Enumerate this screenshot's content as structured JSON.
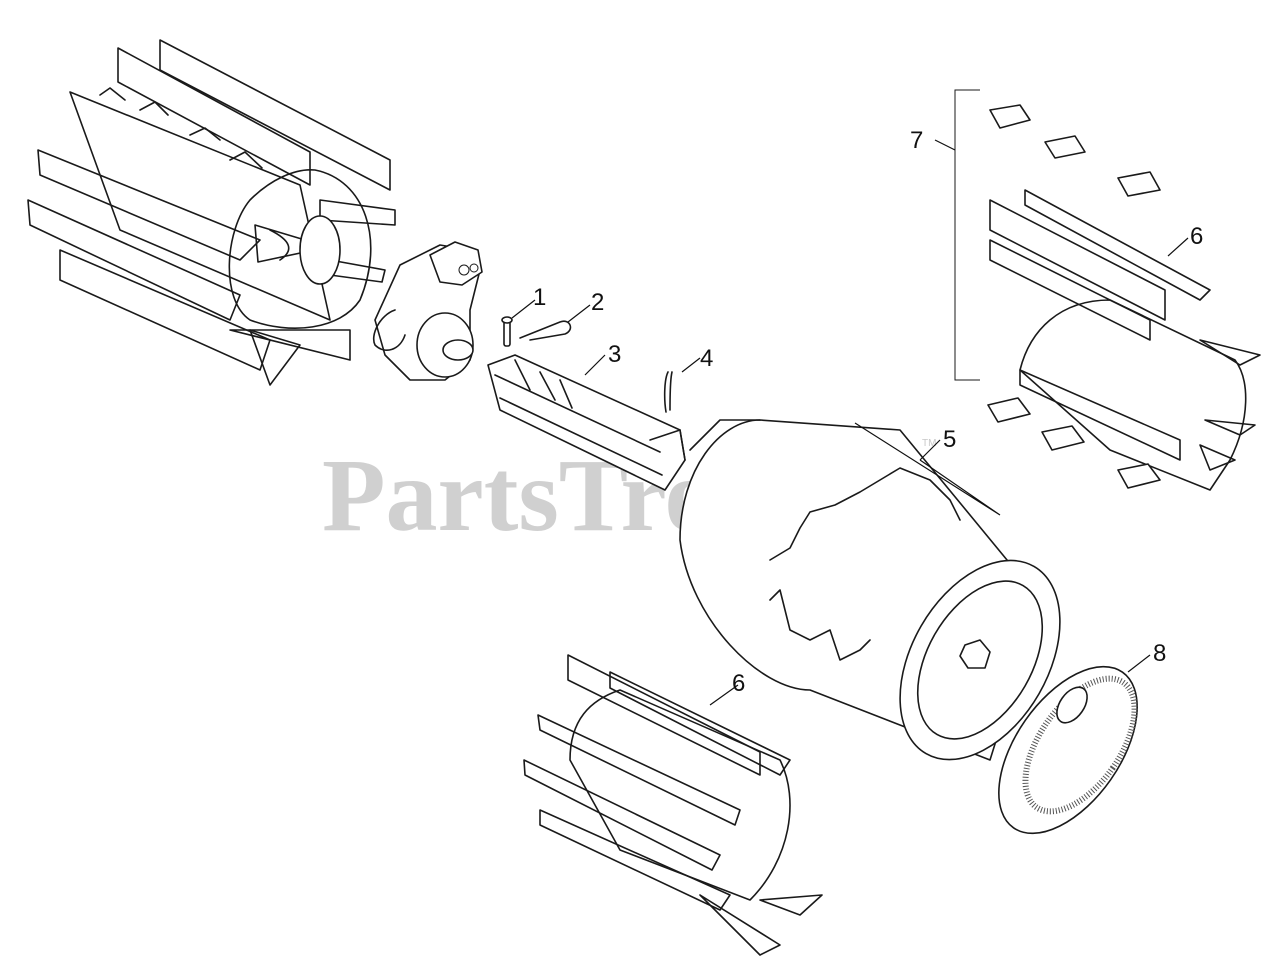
{
  "watermark": {
    "text": "PartsTree",
    "mark": "TM"
  },
  "callouts": [
    {
      "id": "1",
      "label": "1"
    },
    {
      "id": "2",
      "label": "2"
    },
    {
      "id": "3",
      "label": "3"
    },
    {
      "id": "4",
      "label": "4"
    },
    {
      "id": "5",
      "label": "5"
    },
    {
      "id": "6a",
      "label": "6"
    },
    {
      "id": "6b",
      "label": "6"
    },
    {
      "id": "7",
      "label": "7"
    },
    {
      "id": "8",
      "label": "8"
    }
  ],
  "colors": {
    "line": "#1a1a1a",
    "watermark": "#c8c8c8",
    "background": "#ffffff"
  }
}
